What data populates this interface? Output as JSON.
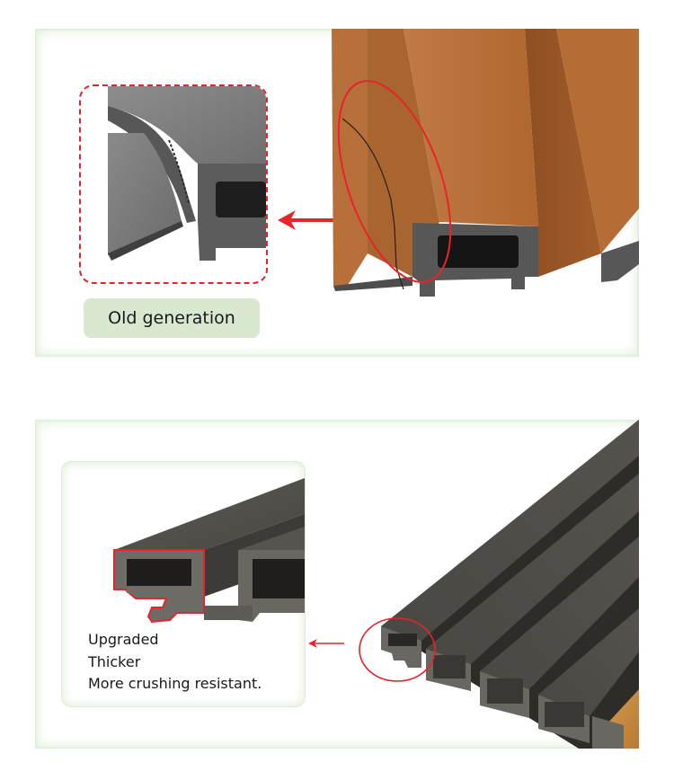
{
  "top_panel": {
    "label": "Old generation",
    "colors": {
      "accent_red": "#e8232a",
      "badge_bg": "#d9e8d0",
      "panel_edge": "#dfeed8",
      "product_orange": "#b8733e",
      "profile_gray": "#5a5a5a"
    },
    "icons": {
      "arrow": "arrow-left-icon",
      "highlight": "ellipse-highlight-icon"
    }
  },
  "bottom_panel": {
    "lines": [
      "Upgraded",
      "Thicker",
      "More crushing resistant."
    ],
    "colors": {
      "accent_red": "#e8232a",
      "product_dark": "#4a4845",
      "product_wood": "#c98a3e"
    },
    "icons": {
      "arrow": "arrow-left-icon",
      "highlight": "circle-highlight-icon"
    }
  }
}
